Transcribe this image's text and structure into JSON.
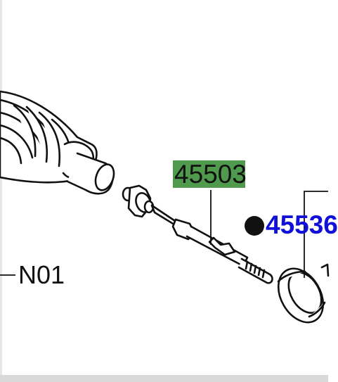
{
  "diagram": {
    "labels": {
      "part_45503": "45503",
      "part_45536": "45536",
      "ref_n01": "N01"
    },
    "colors": {
      "highlight_green": "#4f9a4c",
      "link_blue": "#1010d8",
      "line_black": "#111111"
    }
  }
}
